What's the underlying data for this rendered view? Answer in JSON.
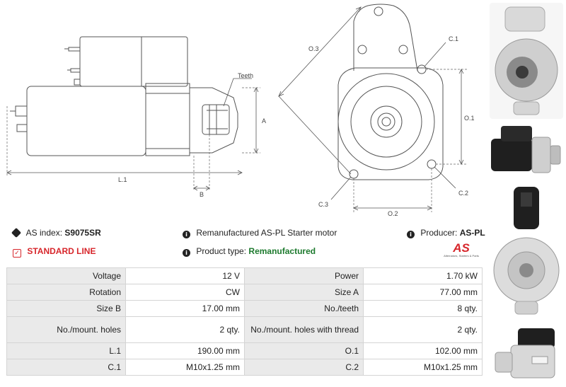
{
  "drawing": {
    "side_labels": {
      "teeth": "Teeth",
      "a": "A",
      "l1": "L.1",
      "b": "B"
    },
    "front_labels": {
      "o3": "O.3",
      "c1": "C.1",
      "o1": "O.1",
      "c2": "C.2",
      "c3": "C.3",
      "o2": "O.2"
    }
  },
  "info": {
    "as_index_label": "AS index:",
    "as_index_value": "S9075SR",
    "standard_line": "STANDARD LINE",
    "description": "Remanufactured AS-PL Starter motor",
    "product_type_label": "Product type:",
    "product_type_value": "Remanufactured",
    "producer_label": "Producer:",
    "producer_value": "AS-PL",
    "logo_text": "AS",
    "logo_sub": "Alternators, Starters & Parts"
  },
  "specs": [
    [
      "Voltage",
      "12 V",
      "Power",
      "1.70 kW"
    ],
    [
      "Rotation",
      "CW",
      "Size A",
      "77.00 mm"
    ],
    [
      "Size B",
      "17.00 mm",
      "No./teeth",
      "8 qty."
    ],
    [
      "No./mount. holes",
      "2 qty.",
      "No./mount. holes with thread",
      "2 qty."
    ],
    [
      "L.1",
      "190.00 mm",
      "O.1",
      "102.00 mm"
    ],
    [
      "C.1",
      "M10x1.25 mm",
      "C.2",
      "M10x1.25 mm"
    ]
  ],
  "colors": {
    "accent_red": "#d7262b",
    "green": "#1d7a2e",
    "label_bg": "#eaeaea"
  },
  "icons": [
    "tag-icon",
    "check-square-icon",
    "info-icon"
  ]
}
